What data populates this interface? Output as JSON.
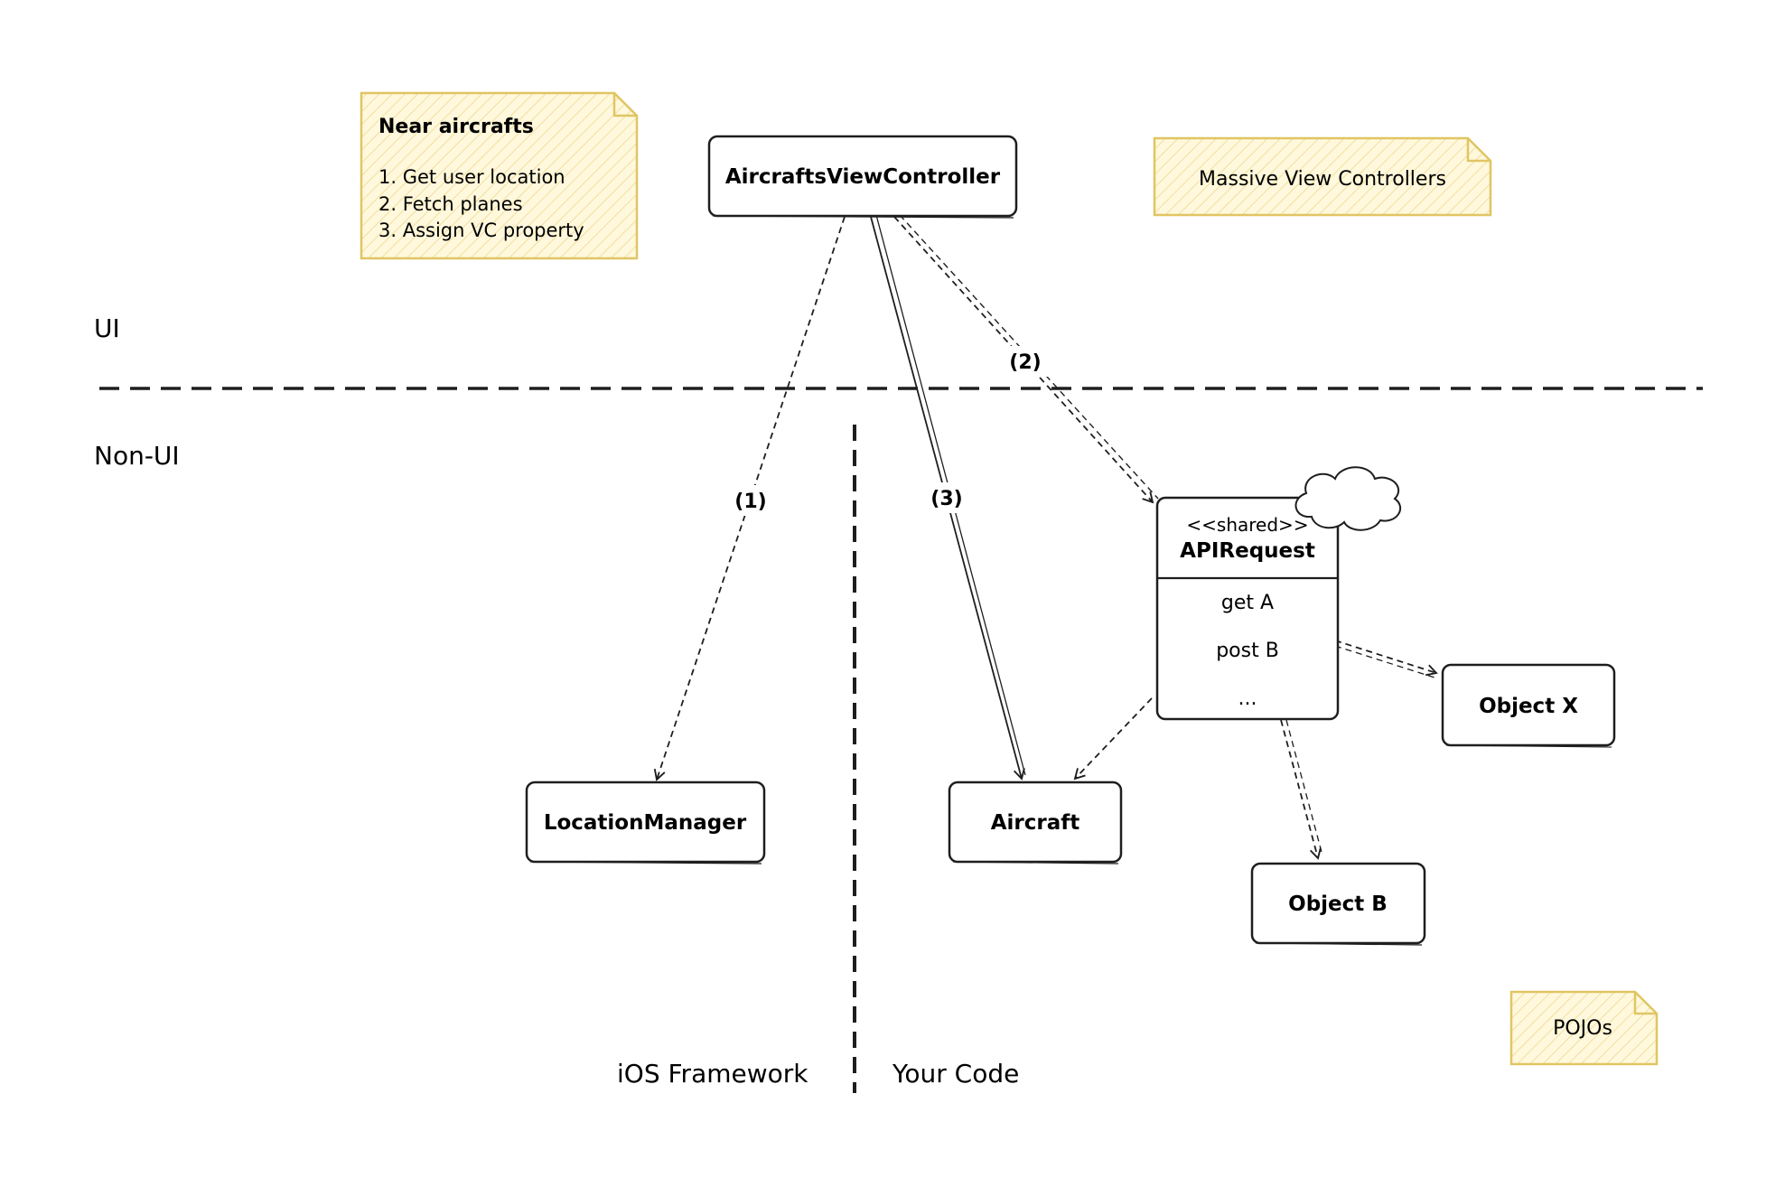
{
  "zones": {
    "ui_label": "UI",
    "non_ui_label": "Non-UI",
    "ios_framework_label": "iOS Framework",
    "your_code_label": "Your Code"
  },
  "notes": {
    "near_aircrafts": {
      "title": "Near aircrafts",
      "lines": [
        "1. Get user location",
        "2. Fetch planes",
        "3. Assign VC property"
      ]
    },
    "massive_vc": {
      "text": "Massive View Controllers"
    },
    "pojos": {
      "text": "POJOs"
    }
  },
  "nodes": {
    "aircrafts_vc": "AircraftsViewController",
    "location_manager": "LocationManager",
    "aircraft": "Aircraft",
    "object_x": "Object X",
    "object_b": "Object B",
    "api_request": {
      "stereotype": "<<shared>>",
      "name": "APIRequest",
      "methods": [
        "get A",
        "post B",
        "..."
      ]
    }
  },
  "edges": {
    "label_1": "(1)",
    "label_2": "(2)",
    "label_3": "(3)"
  },
  "colors": {
    "note_fill": "#fff6d6",
    "note_stroke": "#e0c563",
    "ink": "#1e1e1e"
  }
}
